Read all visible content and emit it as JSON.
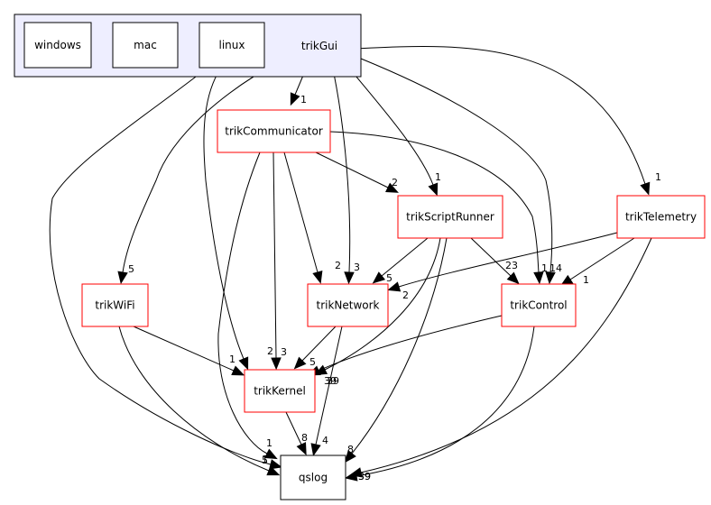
{
  "cluster": {
    "label": "trikGui",
    "fill": "#eeeeff",
    "stroke": "#000000",
    "subdirs": [
      {
        "id": "windows",
        "label": "windows"
      },
      {
        "id": "mac",
        "label": "mac"
      },
      {
        "id": "linux",
        "label": "linux"
      }
    ]
  },
  "nodes": [
    {
      "id": "trikCommunicator",
      "label": "trikCommunicator",
      "border": "#ff0000"
    },
    {
      "id": "trikScriptRunner",
      "label": "trikScriptRunner",
      "border": "#ff0000"
    },
    {
      "id": "trikTelemetry",
      "label": "trikTelemetry",
      "border": "#ff0000"
    },
    {
      "id": "trikWiFi",
      "label": "trikWiFi",
      "border": "#ff0000"
    },
    {
      "id": "trikNetwork",
      "label": "trikNetwork",
      "border": "#ff0000"
    },
    {
      "id": "trikControl",
      "label": "trikControl",
      "border": "#ff0000"
    },
    {
      "id": "trikKernel",
      "label": "trikKernel",
      "border": "#ff0000"
    },
    {
      "id": "qslog",
      "label": "qslog",
      "border": "#000000"
    }
  ],
  "edges": [
    {
      "from": "trikGui",
      "to": "trikCommunicator",
      "label": "1"
    },
    {
      "from": "trikGui",
      "to": "trikScriptRunner",
      "label": "1"
    },
    {
      "from": "trikGui",
      "to": "trikTelemetry",
      "label": "1"
    },
    {
      "from": "trikGui",
      "to": "trikWiFi",
      "label": "5"
    },
    {
      "from": "trikGui",
      "to": "trikNetwork",
      "label": "3"
    },
    {
      "from": "trikGui",
      "to": "trikControl",
      "label": "14"
    },
    {
      "from": "linux",
      "to": "trikKernel",
      "label": "2"
    },
    {
      "from": "linux",
      "to": "qslog",
      "label": "1"
    },
    {
      "from": "trikCommunicator",
      "to": "trikScriptRunner",
      "label": "2"
    },
    {
      "from": "trikCommunicator",
      "to": "trikNetwork",
      "label": "2"
    },
    {
      "from": "trikCommunicator",
      "to": "trikKernel",
      "label": "3"
    },
    {
      "from": "trikCommunicator",
      "to": "qslog",
      "label": "1"
    },
    {
      "from": "trikCommunicator",
      "to": "trikControl",
      "label": "1"
    },
    {
      "from": "trikScriptRunner",
      "to": "trikNetwork",
      "label": "5"
    },
    {
      "from": "trikScriptRunner",
      "to": "trikControl",
      "label": "23"
    },
    {
      "from": "trikScriptRunner",
      "to": "trikKernel",
      "label": "39"
    },
    {
      "from": "trikScriptRunner",
      "to": "qslog",
      "label": "8"
    },
    {
      "from": "trikTelemetry",
      "to": "trikNetwork",
      "label": "2"
    },
    {
      "from": "trikTelemetry",
      "to": "trikControl",
      "label": "1"
    },
    {
      "from": "trikTelemetry",
      "to": "qslog",
      "label": "39"
    },
    {
      "from": "trikWiFi",
      "to": "trikKernel",
      "label": "1"
    },
    {
      "from": "trikWiFi",
      "to": "qslog",
      "label": "5"
    },
    {
      "from": "trikNetwork",
      "to": "trikKernel",
      "label": "5"
    },
    {
      "from": "trikNetwork",
      "to": "qslog",
      "label": "4"
    },
    {
      "from": "trikControl",
      "to": "trikKernel",
      "label": "39"
    },
    {
      "from": "trikControl",
      "to": "qslog",
      "label": "39"
    },
    {
      "from": "trikKernel",
      "to": "qslog",
      "label": "8"
    }
  ]
}
